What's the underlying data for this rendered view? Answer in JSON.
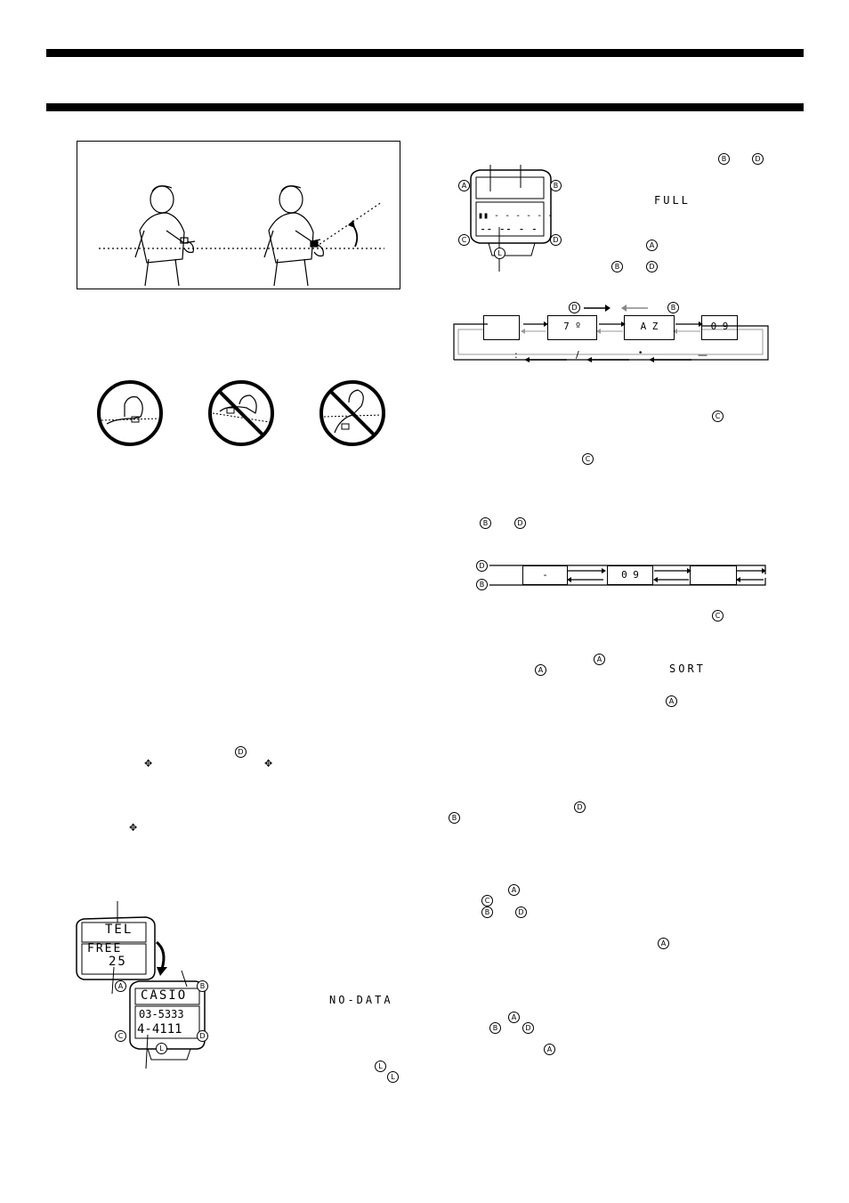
{
  "lcd": {
    "full": "FULL",
    "sort": "SORT",
    "no_data": "NO-DATA",
    "watch_tel": "TEL",
    "watch_free": "FREE",
    "watch_count": "25",
    "watch_name": "CASIO",
    "watch_num1": "03-5333",
    "watch_num2": "4-4111"
  },
  "buttons": {
    "a": "A",
    "b": "B",
    "c": "C",
    "d": "D",
    "l": "L"
  },
  "seq1": {
    "box_num_symbol": "7 º",
    "box_alpha": "A Z",
    "box_digits": "0 9",
    "bottom_chars": [
      ":",
      "/",
      "•",
      "—"
    ]
  },
  "seq2": {
    "box_dash": "-",
    "box_digits": "0 9"
  },
  "glyphs": {
    "sparkle": "✥"
  },
  "icons": [
    "watch-user-illustration",
    "prohibited-sign-icon",
    "watch-face-diagram",
    "arrow-icon"
  ]
}
